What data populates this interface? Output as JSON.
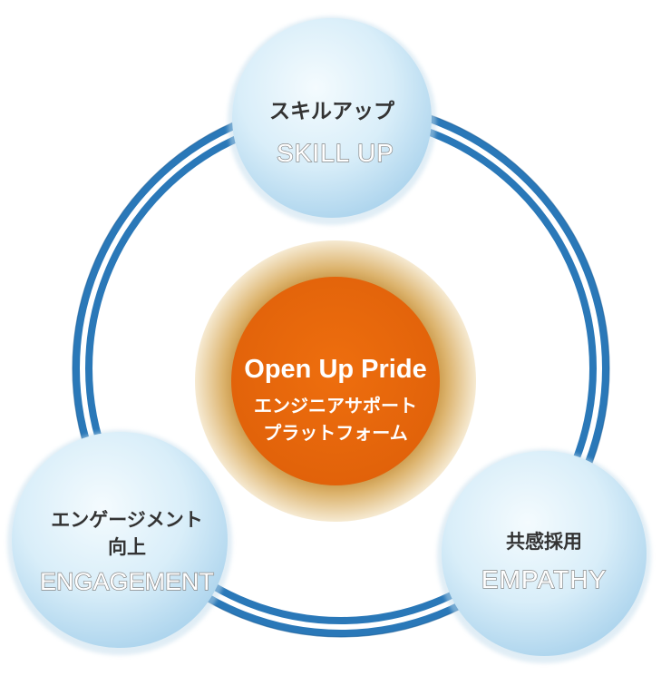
{
  "diagram": {
    "center": {
      "title": "Open Up Pride",
      "line1": "エンジニアサポート",
      "line2": "プラットフォーム"
    },
    "nodes": [
      {
        "id": "skill",
        "jp": "スキルアップ",
        "jp2": "",
        "en": "SKILL UP"
      },
      {
        "id": "engagement",
        "jp": "エンゲージメント",
        "jp2": "向上",
        "en": "ENGAGEMENT"
      },
      {
        "id": "empathy",
        "jp": "共感採用",
        "jp2": "",
        "en": "EMPATHY"
      }
    ]
  },
  "colors": {
    "ring_blue": "#2a78b8",
    "ring_blue_dark": "#1d5f98",
    "ring_white": "#ffffff",
    "node_fill_light": "#eef8fd",
    "node_fill_mid": "#cfe8f6",
    "node_fill_edge": "#9cc9e6",
    "center_orange": "#e8690c",
    "center_gold": "#b5761a",
    "center_gold_light": "#f5e6c8",
    "text_dark": "#333333",
    "text_white": "#ffffff",
    "en_outline": "#8a8a8a"
  }
}
